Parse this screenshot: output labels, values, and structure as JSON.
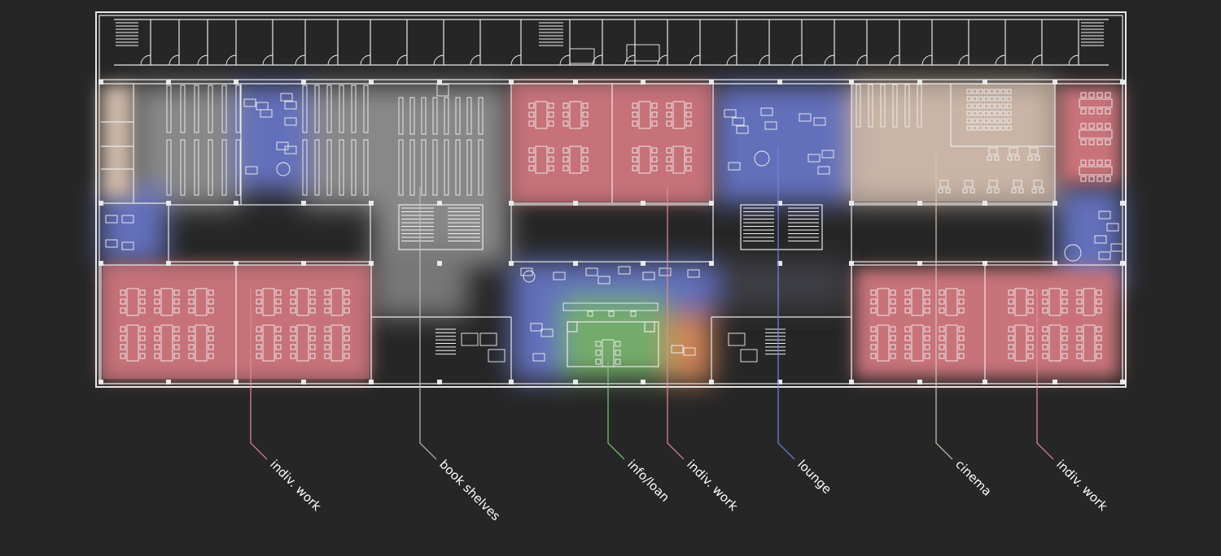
{
  "zones": [
    {
      "id": "indiv-work-1",
      "label": "indiv. work",
      "color": "#e58a96"
    },
    {
      "id": "book-shelves",
      "label": "book shelves",
      "color": "#bdbdbd"
    },
    {
      "id": "info-loan",
      "label": "info/loan",
      "color": "#7ec87a"
    },
    {
      "id": "indiv-work-2",
      "label": "indiv. work",
      "color": "#e58a96"
    },
    {
      "id": "lounge",
      "label": "lounge",
      "color": "#6f86e0"
    },
    {
      "id": "cinema",
      "label": "cinema",
      "color": "#d9c2b0"
    },
    {
      "id": "indiv-work-3",
      "label": "indiv. work",
      "color": "#e58a96"
    }
  ],
  "colors": {
    "background": "#262626",
    "wall": "#e9e9e9",
    "work_fill": "#c87379",
    "lounge_fill": "#6674c4",
    "shelves_fill": "#8e8e8e",
    "cinema_fill": "#cdb8a8",
    "info_fill": "#78b46e",
    "orange_fill": "#d98a5a"
  }
}
